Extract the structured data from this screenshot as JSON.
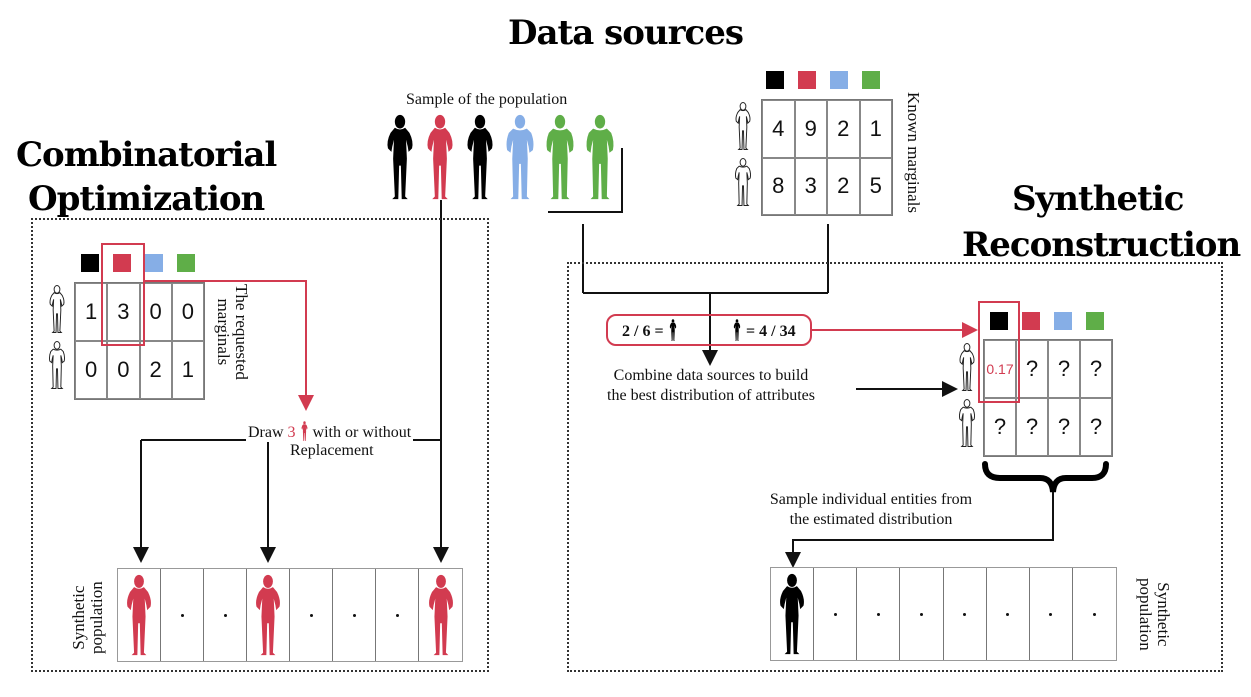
{
  "titles": {
    "data_sources": "Data sources",
    "combinatorial_line1": "Combinatorial",
    "combinatorial_line2": "Optimization",
    "synthetic_line1": "Synthetic",
    "synthetic_line2": "Reconstruction"
  },
  "colors": {
    "black": "#000000",
    "red": "#d23b50",
    "blue": "#86aee6",
    "green": "#5fae48",
    "highlight": "#d23b50"
  },
  "sample": {
    "label": "Sample of the population",
    "people": [
      {
        "sex": "female",
        "color": "black"
      },
      {
        "sex": "female",
        "color": "red"
      },
      {
        "sex": "female",
        "color": "black"
      },
      {
        "sex": "male",
        "color": "blue"
      },
      {
        "sex": "male",
        "color": "green"
      },
      {
        "sex": "male",
        "color": "green"
      }
    ]
  },
  "known_marginals": {
    "label": "Known marginals",
    "columns": [
      "black",
      "red",
      "blue",
      "green"
    ],
    "rows": [
      {
        "sex": "female",
        "values": [
          "4",
          "9",
          "2",
          "1"
        ]
      },
      {
        "sex": "male",
        "values": [
          "8",
          "3",
          "2",
          "5"
        ]
      }
    ]
  },
  "requested_marginals": {
    "label_line1": "The requested",
    "label_line2": "marginals",
    "columns": [
      "black",
      "red",
      "blue",
      "green"
    ],
    "rows": [
      {
        "sex": "female",
        "values": [
          "1",
          "3",
          "0",
          "0"
        ]
      },
      {
        "sex": "male",
        "values": [
          "0",
          "0",
          "2",
          "1"
        ]
      }
    ],
    "highlighted_column": "red"
  },
  "draw_text": {
    "prefix": "Draw",
    "count": "3",
    "suffix": "with or without",
    "line2": "Replacement"
  },
  "combination": {
    "left_formula": "2 / 6 =",
    "right_formula": "= 4 / 34",
    "caption_line1": "Combine data sources to build",
    "caption_line2": "the best distribution of attributes"
  },
  "estimated_distribution": {
    "columns": [
      "black",
      "red",
      "blue",
      "green"
    ],
    "rows": [
      {
        "sex": "female",
        "values": [
          "0.17",
          "?",
          "?",
          "?"
        ]
      },
      {
        "sex": "male",
        "values": [
          "?",
          "?",
          "?",
          "?"
        ]
      }
    ],
    "highlighted_column": "black"
  },
  "sampling_caption": {
    "line1": "Sample individual entities from",
    "line2": "the estimated distribution"
  },
  "synthetic_population_left": {
    "label_line1": "Synthetic",
    "label_line2": "population",
    "cells": [
      "person-red",
      "dot",
      "dot",
      "person-red",
      "dot",
      "dot",
      "dot",
      "person-red"
    ]
  },
  "synthetic_population_right": {
    "label_line1": "Synthetic",
    "label_line2": "population",
    "cells": [
      "person-black",
      "dot",
      "dot",
      "dot",
      "dot",
      "dot",
      "dot",
      "dot"
    ]
  }
}
